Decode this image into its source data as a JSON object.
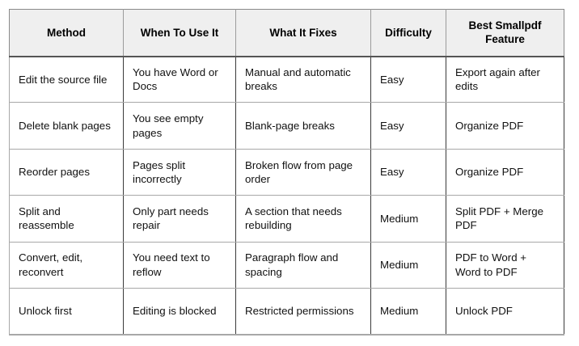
{
  "table": {
    "columns": [
      {
        "key": "method",
        "label": "Method"
      },
      {
        "key": "when",
        "label": "When To Use It"
      },
      {
        "key": "fixes",
        "label": "What It Fixes"
      },
      {
        "key": "difficulty",
        "label": "Difficulty"
      },
      {
        "key": "feature",
        "label": "Best Smallpdf Feature"
      }
    ],
    "rows": [
      {
        "method": "Edit the source file",
        "when": "You have Word or Docs",
        "fixes": "Manual and automatic breaks",
        "difficulty": "Easy",
        "feature": "Export again after edits"
      },
      {
        "method": "Delete blank pages",
        "when": "You see empty pages",
        "fixes": "Blank-page breaks",
        "difficulty": "Easy",
        "feature": "Organize PDF"
      },
      {
        "method": "Reorder pages",
        "when": "Pages split incorrectly",
        "fixes": "Broken flow from page order",
        "difficulty": "Easy",
        "feature": "Organize PDF"
      },
      {
        "method": "Split and reassemble",
        "when": "Only part needs repair",
        "fixes": "A section that needs rebuilding",
        "difficulty": "Medium",
        "feature": "Split PDF + Merge PDF"
      },
      {
        "method": "Convert, edit, reconvert",
        "when": "You need text to reflow",
        "fixes": "Paragraph flow and spacing",
        "difficulty": "Medium",
        "feature": "PDF to Word + Word to PDF"
      },
      {
        "method": "Unlock first",
        "when": "Editing is blocked",
        "fixes": "Restricted permissions",
        "difficulty": "Medium",
        "feature": "Unlock PDF"
      }
    ]
  },
  "colors": {
    "header_background": "#efefef",
    "header_text": "#000000",
    "body_background": "#ffffff",
    "body_text": "#111111",
    "grid_line": "#a8a8a8",
    "header_rule": "#555555"
  }
}
